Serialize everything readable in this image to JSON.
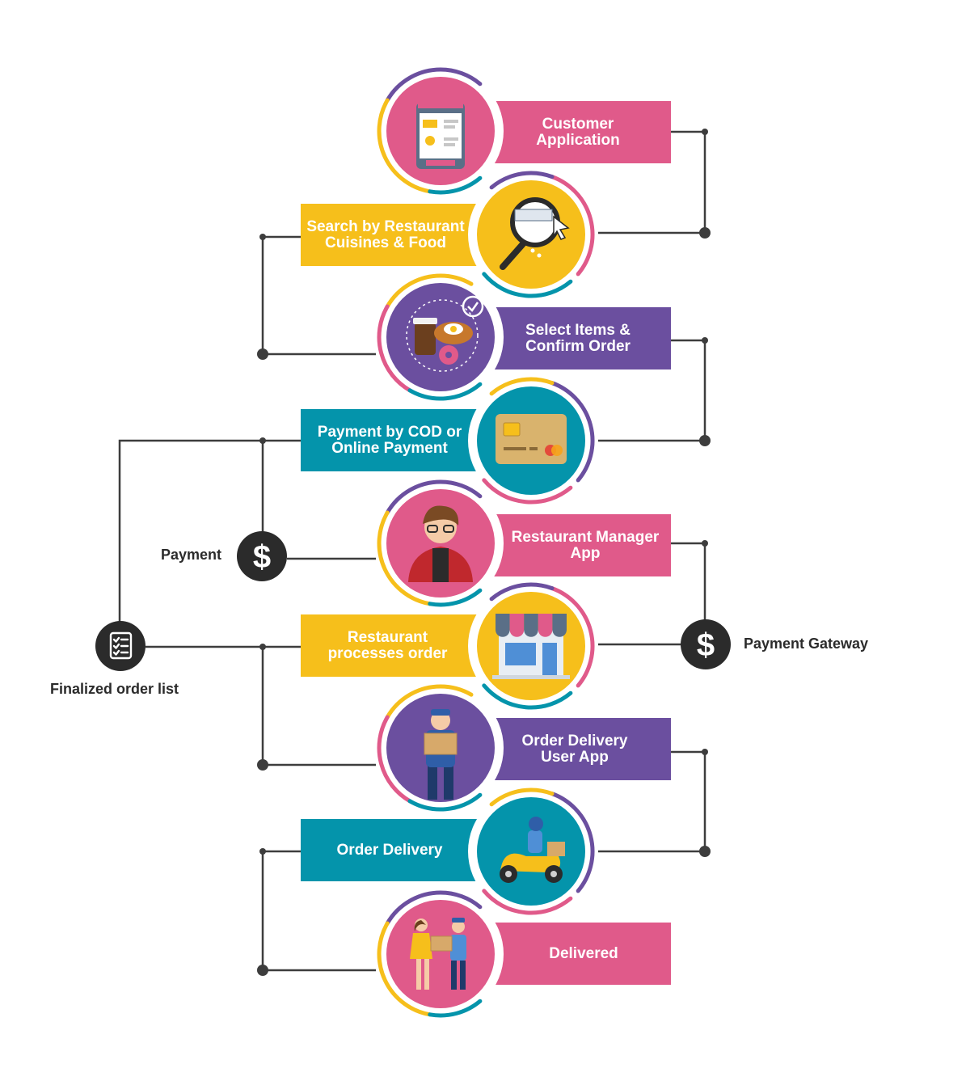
{
  "colors": {
    "pink": "#e05a8a",
    "yellow": "#f6bf1b",
    "purple": "#6b4f9f",
    "teal": "#0494ab",
    "connector": "#3d3d3d",
    "dark_circle": "#2b2b2b"
  },
  "steps": [
    {
      "label": "Customer\nApplication",
      "color": "pink",
      "icon": "restaurant-menu-phone-icon"
    },
    {
      "label": "Search by Restaurant\nCuisines & Food",
      "color": "yellow",
      "icon": "magnifier-keyword-icon"
    },
    {
      "label": "Select Items &\nConfirm Order",
      "color": "purple",
      "icon": "food-cart-icon"
    },
    {
      "label": "Payment by COD or\nOnline Payment",
      "color": "teal",
      "icon": "credit-card-icon"
    },
    {
      "label": "Restaurant Manager\nApp",
      "color": "pink",
      "icon": "manager-avatar-icon"
    },
    {
      "label": "Restaurant\nprocesses order",
      "color": "yellow",
      "icon": "storefront-icon"
    },
    {
      "label": "Order Delivery\nUser App",
      "color": "purple",
      "icon": "delivery-man-icon"
    },
    {
      "label": "Order Delivery",
      "color": "teal",
      "icon": "scooter-rider-icon"
    },
    {
      "label": "Delivered",
      "color": "pink",
      "icon": "package-handover-icon"
    }
  ],
  "side_nodes": {
    "payment": {
      "label": "Payment",
      "icon": "dollar-icon"
    },
    "payment_gateway": {
      "label": "Payment Gateway",
      "icon": "dollar-icon"
    },
    "finalized_order_list": {
      "label": "Finalized order list",
      "icon": "checklist-icon"
    }
  }
}
